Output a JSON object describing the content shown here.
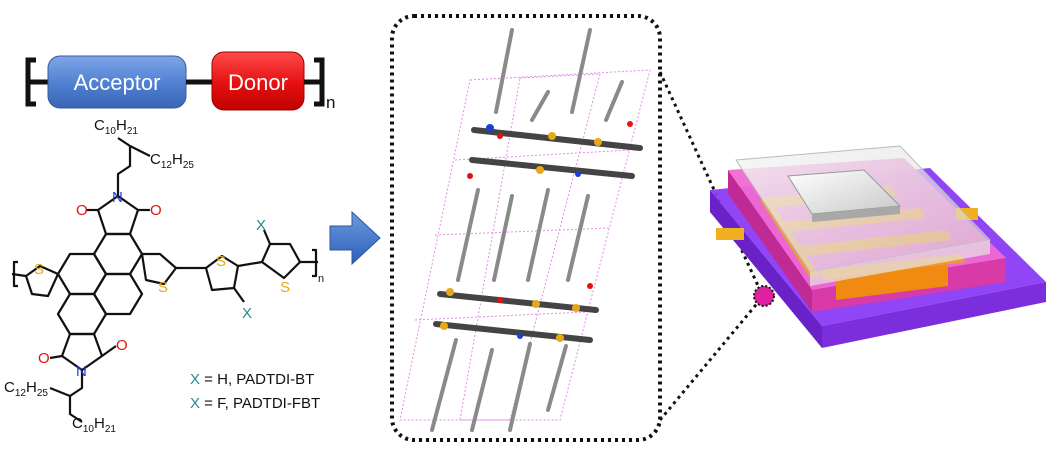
{
  "block_diagram": {
    "acceptor_label": "Acceptor",
    "donor_label": "Donor",
    "repeat_subscript": "n",
    "acceptor_color": "#4f7fd1",
    "donor_color": "#e51010"
  },
  "molecule": {
    "side_chain_top_c10": "C",
    "side_chain_top_c10_sub": "10",
    "side_chain_top_h21": "H",
    "side_chain_top_h21_sub": "21",
    "side_chain_top_c12": "C",
    "side_chain_top_c12_sub": "12",
    "side_chain_top_h25": "H",
    "side_chain_top_h25_sub": "25",
    "side_chain_bottom_c12": "C",
    "side_chain_bottom_c12_sub": "12",
    "side_chain_bottom_h25": "H",
    "side_chain_bottom_h25_sub": "25",
    "side_chain_bottom_c10": "C",
    "side_chain_bottom_c10_sub": "10",
    "side_chain_bottom_h21": "H",
    "side_chain_bottom_h21_sub": "21",
    "atom_N": "N",
    "atom_O": "O",
    "atom_S": "S",
    "atom_X": "X",
    "polymer_subscript": "n",
    "color_sulfur": "#e6a817",
    "color_oxygen": "#e51010",
    "color_nitrogen": "#1a3fd6",
    "color_x": "#2a8a8a"
  },
  "legend": {
    "line1_x": "X",
    "line1_text": " = H, PADTDI-BT",
    "line2_x": "X",
    "line2_text": " = F, PADTDI-FBT"
  },
  "icons": {
    "arrow": "right-arrow-icon"
  },
  "device": {
    "substrate_color": "#8a3cf5",
    "dielectric_color": "#f06ad0",
    "electrode_color": "#f0a02a"
  }
}
